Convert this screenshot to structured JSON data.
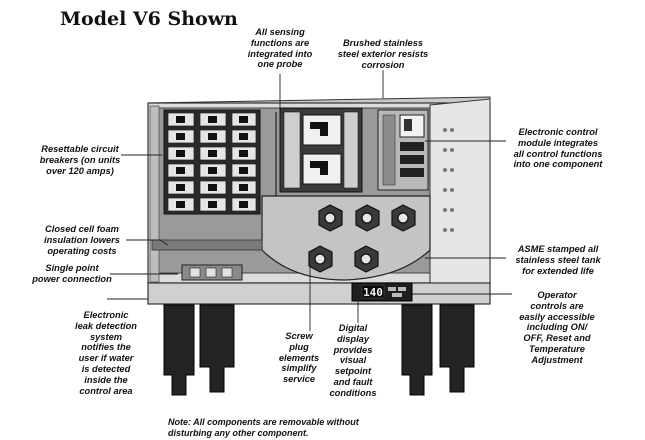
{
  "title": "Model V6 Shown",
  "callouts": {
    "sensing": "All sensing\nfunctions are\nintegrated into\none probe",
    "brushed": "Brushed stainless\nsteel exterior resists\ncorrosion",
    "breakers": "Resettable circuit\nbreakers (on units\nover 120 amps)",
    "control_module": "Electronic control\nmodule integrates\nall control functions\ninto one component",
    "foam": "Closed cell foam\ninsulation lowers\noperating costs",
    "asme": "ASME stamped all\nstainless steel tank\nfor extended life",
    "single_point": "Single point\npower connection",
    "operator": "Operator\ncontrols are\neasily accessible\nincluding ON/\nOFF, Reset and\nTemperature\nAdjustment",
    "leak": "Electronic\nleak detection\nsystem\nnotifies the\nuser if water\nis detected\ninside the\ncontrol area",
    "screw": "Screw\nplug\nelements\nsimplify\nservice",
    "display": "Digital\ndisplay\nprovides\nvisual\nsetpoint\nand fault\nconditions"
  },
  "display_readout": "140",
  "note": "Note: All components are removable without\ndisturbing any other component."
}
